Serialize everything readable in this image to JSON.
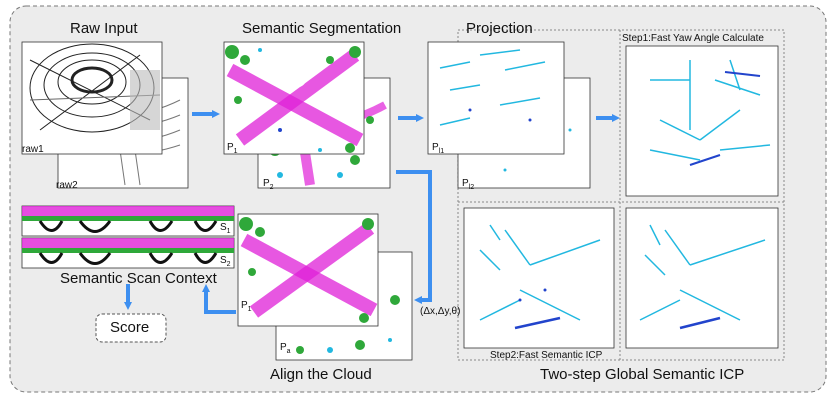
{
  "titles": {
    "raw_input": "Raw Input",
    "semantic_segmentation": "Semantic Segmentation",
    "projection": "Projection",
    "step1": "Step1:Fast Yaw Angle Calculate",
    "step2": "Step2:Fast Semantic ICP",
    "two_step": "Two-step Global Semantic ICP",
    "align": "Align the Cloud",
    "ssc": "Semantic Scan Context",
    "score": "Score",
    "transform": "(Δx,Δy,θ)"
  },
  "labels": {
    "raw1": "raw1",
    "raw2": "raw2",
    "p": "P",
    "sub1": "1",
    "sub2": "2",
    "subl1": "l1",
    "subl2": "l2",
    "suba": "a",
    "s": "S",
    "s1sub": "1",
    "s2sub": "2"
  },
  "colors": {
    "arrow": "#3d8ff0",
    "magenta": "#e020d8",
    "green": "#2fa83a",
    "cyan": "#22b8e0",
    "blue": "#2244cc",
    "panel_bg": "#efefef"
  }
}
